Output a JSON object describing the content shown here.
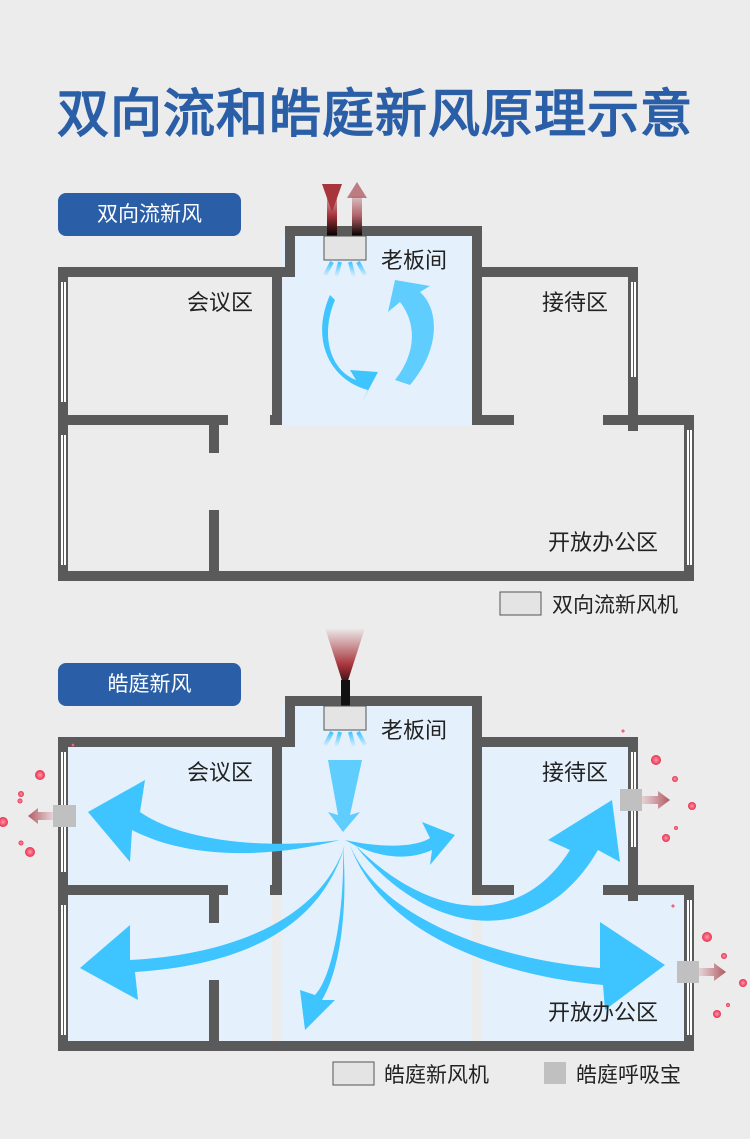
{
  "title": "双向流和皓庭新风原理示意",
  "section1": {
    "badge": "双向流新风",
    "rooms": {
      "boss": "老板间",
      "meeting": "会议区",
      "reception": "接待区",
      "open": "开放办公区"
    },
    "legend": "双向流新风机"
  },
  "section2": {
    "badge": "皓庭新风",
    "rooms": {
      "boss": "老板间",
      "meeting": "会议区",
      "reception": "接待区",
      "open": "开放办公区"
    },
    "legend_unit": "皓庭新风机",
    "legend_breather": "皓庭呼吸宝"
  },
  "colors": {
    "title": "#2a5fa8",
    "wall": "#5a5a5a",
    "room": "#e4f1fc",
    "air": "#3ec4ff",
    "exhaust": "#a8343c"
  }
}
